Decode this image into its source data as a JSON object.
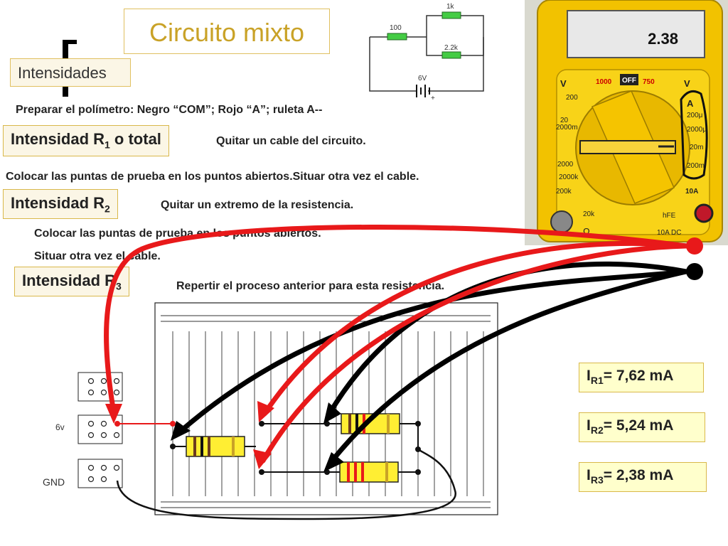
{
  "title": "Circuito mixto",
  "subtitle": "Intensidades",
  "instructions": {
    "prepare": "Preparar el polímetro: Negro “COM”; Rojo “A”; ruleta A--",
    "step1_text": "Quitar un cable del circuito.",
    "step1_detail": "Colocar las puntas de prueba en los puntos abiertos.Situar  otra vez el cable.",
    "step2_text": "Quitar un extremo de la resistencia.",
    "step2_detail_1": "Colocar las puntas de prueba en los puntos abiertos.",
    "step2_detail_2": "Situar  otra vez el cable.",
    "step3_text": "Repertir el proceso anterior para esta resistencia."
  },
  "headings": {
    "r1": {
      "prefix": "Intensidad  R",
      "sub": "1",
      "suffix": " o total"
    },
    "r2": {
      "prefix": "Intensidad  R",
      "sub": "2"
    },
    "r3": {
      "prefix": "Intensidad  R",
      "sub": "3"
    }
  },
  "schematic": {
    "r_series": "100",
    "r_top": "1k",
    "r_bottom": "2.2k",
    "battery": "6V"
  },
  "multimeter": {
    "display": "2.38",
    "labels": {
      "v_dc": "V",
      "v_ac": "V",
      "off": "OFF",
      "v1000": "1000",
      "v750": "750",
      "amps": "A",
      "a10": "10A",
      "hfe": "hFE",
      "ohm": "Ω",
      "dc": "10A  DC",
      "k20": "20k",
      "k200": "200k",
      "k2000": "2000k",
      "s200": "200",
      "s2000": "2000",
      "s20": "20",
      "u200": "200μ",
      "u2000": "2000μ",
      "m20": "20m",
      "m200": "200m",
      "m2000": "2000m"
    }
  },
  "power": {
    "v6": "6v",
    "gnd": "GND"
  },
  "results": {
    "r1": {
      "prefix": "I",
      "sub": "R1",
      "suffix": "= 7,62 mA"
    },
    "r2": {
      "prefix": "I",
      "sub": "R2",
      "suffix": "= 5,24 mA"
    },
    "r3": {
      "prefix": "I",
      "sub": "R3",
      "suffix": "= 2,38 mA"
    }
  },
  "colors": {
    "accent": "#c9a227",
    "probe_red": "#e8191a",
    "probe_black": "#000000",
    "resistor_body": "#ffee33",
    "meter_body": "#f2c200"
  }
}
